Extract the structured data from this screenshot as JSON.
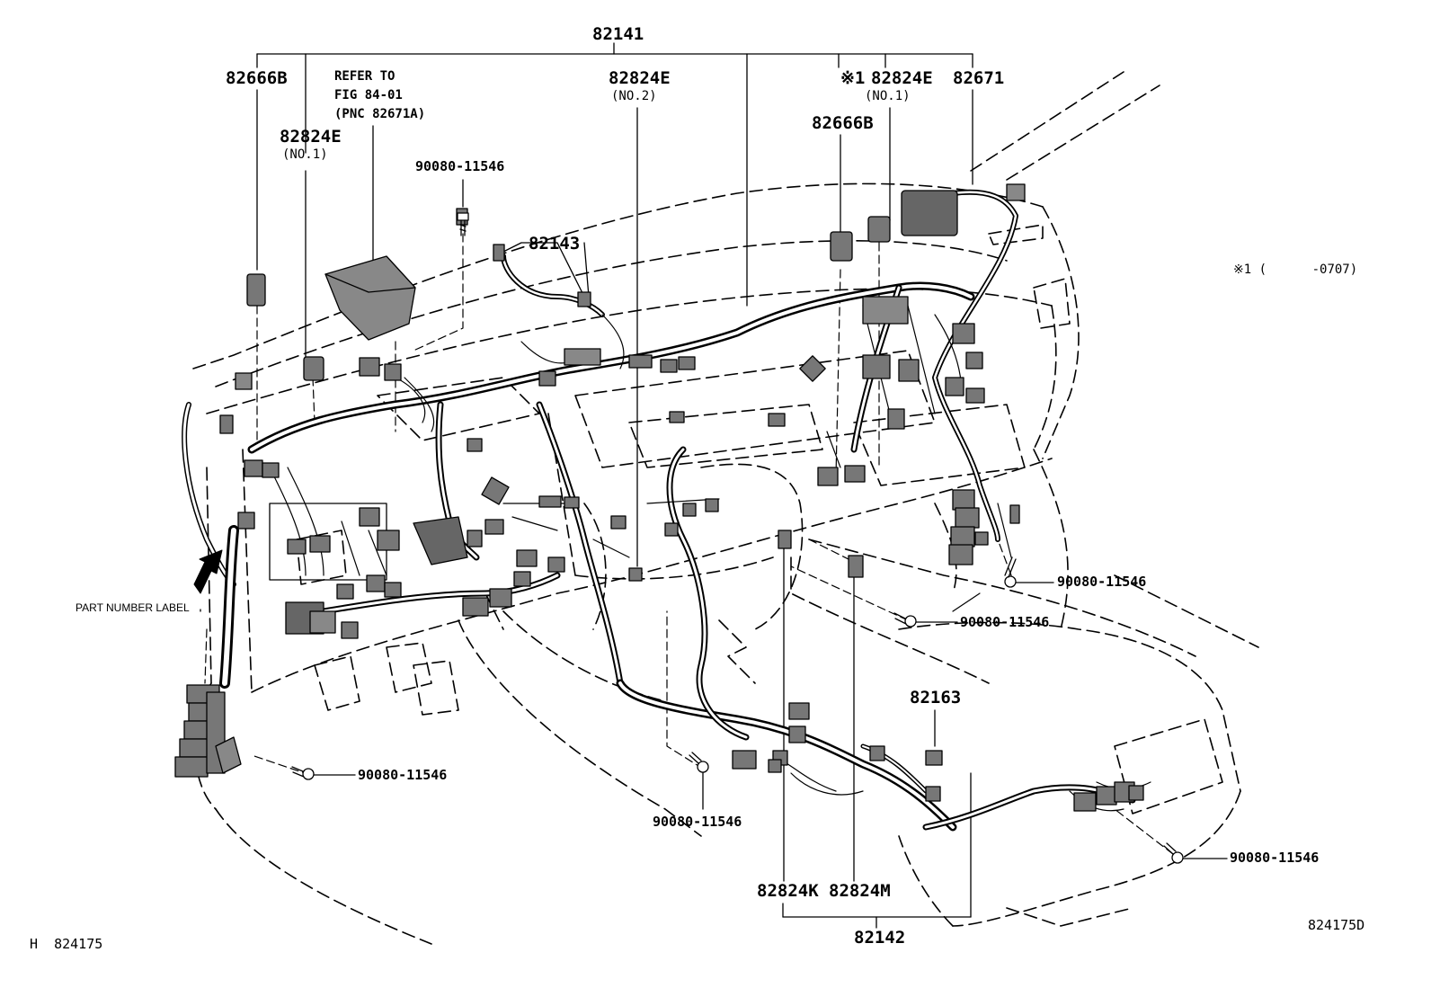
{
  "labels": {
    "assy_82141": "82141",
    "p82666b_left": "82666B",
    "refer_line1": "REFER TO",
    "refer_line2": "FIG 84-01",
    "refer_line3": "(PNC 82671A)",
    "p82824e_no1_left": "82824E",
    "no1_left": "(NO.1)",
    "p82824e_no2": "82824E",
    "no2": "(NO.2)",
    "mark1": "※1",
    "p82824e_no1_right": "82824E",
    "no1_right": "(NO.1)",
    "p82671": "82671",
    "p82666b_right": "82666B",
    "bolt_top": "90080-11546",
    "p82143": "82143",
    "note_mark": "※1 (      -0707)",
    "part_number_label": "PART NUMBER LABEL",
    "bolt_right_1": "90080-11546",
    "bolt_right_2": "90080-11546",
    "p82163": "82163",
    "bolt_left": "90080-11546",
    "bolt_center": "90080-11546",
    "bolt_right_3": "90080-11546",
    "p82824k": "82824K",
    "p82824m": "82824M",
    "p82142": "82142",
    "figure_id": "824175D",
    "page_id": "H  824175"
  }
}
